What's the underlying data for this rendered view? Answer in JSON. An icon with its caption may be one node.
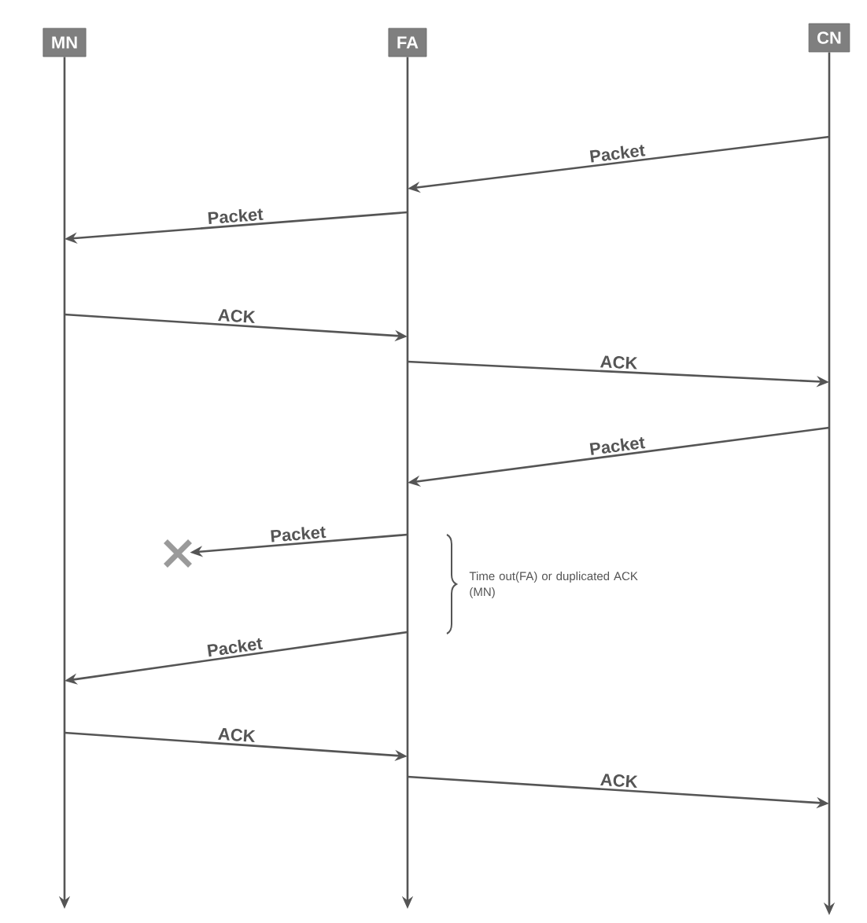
{
  "diagram": {
    "nodes": [
      {
        "text": [
          "MN"
        ]
      },
      {
        "text": [
          "FA"
        ]
      },
      {
        "text": [
          "CN"
        ]
      },
      {
        "text": [],
        "shape": "cross"
      }
    ],
    "edges": [
      {
        "from": 2,
        "to": 1,
        "arrow": "to",
        "label": "Packet"
      },
      {
        "from": 1,
        "to": 0,
        "arrow": "to",
        "label": "Packet"
      },
      {
        "from": 0,
        "to": 1,
        "arrow": "to",
        "label": "ACK"
      },
      {
        "from": 1,
        "to": 2,
        "arrow": "to",
        "label": "ACK"
      },
      {
        "from": 2,
        "to": 1,
        "arrow": "to",
        "label": "Packet"
      },
      {
        "from": 1,
        "to": 3,
        "arrow": "to",
        "label": "Packet"
      },
      {
        "from": 1,
        "to": 0,
        "arrow": "to",
        "label": "Packet"
      },
      {
        "from": 0,
        "to": 1,
        "arrow": "to",
        "label": "ACK"
      },
      {
        "from": 1,
        "to": 2,
        "arrow": "to",
        "label": "ACK"
      }
    ],
    "labels": [
      "Time out(FA) or duplicated ACK (MN)"
    ]
  }
}
